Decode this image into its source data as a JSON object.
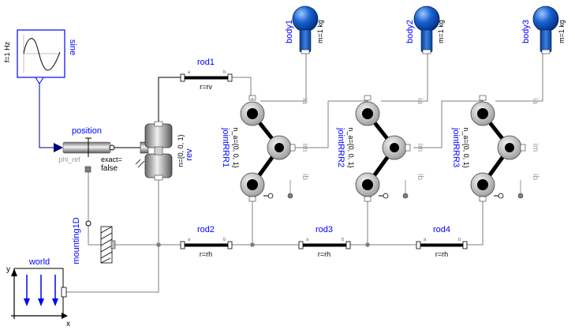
{
  "sine": {
    "name": "sine",
    "param": "f=1 Hz"
  },
  "position": {
    "name": "position",
    "input_label": "phi_ref",
    "exact_label": "exact=",
    "exact_value": "false"
  },
  "mounting": {
    "name": "mounting1D"
  },
  "world": {
    "name": "world",
    "axis_y": "y",
    "axis_x": "x"
  },
  "rev": {
    "name": "rev",
    "param": "n={0, 0, 1}"
  },
  "rods": [
    {
      "name": "rod1",
      "param": "r=rv",
      "port_a": "a",
      "port_b": "b"
    },
    {
      "name": "rod2",
      "param": "r=rh",
      "port_a": "a",
      "port_b": "b"
    },
    {
      "name": "rod3",
      "param": "r=rh",
      "port_a": "a",
      "port_b": "b"
    },
    {
      "name": "rod4",
      "param": "r=rh",
      "port_a": "a",
      "port_b": "b"
    }
  ],
  "bodies": [
    {
      "name": "body1",
      "param": "m=1 kg"
    },
    {
      "name": "body2",
      "param": "m=1 kg"
    },
    {
      "name": "body3",
      "param": "m=1 kg"
    }
  ],
  "joints": [
    {
      "name": "jointRRR1",
      "param": "n_a={0, 0, 1}",
      "port_ia": "ia",
      "port_im": "im",
      "port_ib": "ib"
    },
    {
      "name": "jointRRR2",
      "param": "n_a={0, 0, 1}",
      "port_ia": "ia",
      "port_im": "im",
      "port_ib": "ib"
    },
    {
      "name": "jointRRR3",
      "param": "n_a={0, 0, 1}",
      "port_ia": "ia",
      "port_im": "im",
      "port_ib": "ib"
    }
  ],
  "colors": {
    "label": "#0000ff",
    "wire": "#7f7f7f",
    "signal": "#00007f",
    "body": "#1560c8"
  }
}
